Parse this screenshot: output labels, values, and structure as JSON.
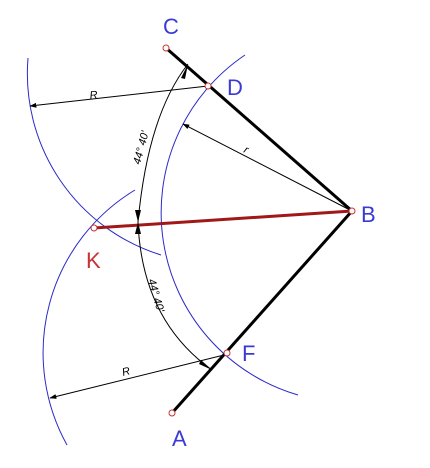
{
  "diagram": {
    "points": {
      "A": "A",
      "B": "B",
      "C": "C",
      "D": "D",
      "F": "F",
      "K": "K"
    },
    "dimensions": {
      "radius_upper": "R",
      "radius_lower": "R",
      "radius_small": "r",
      "angle_upper": "44° 40'",
      "angle_lower": "44° 40'"
    },
    "colors": {
      "point_label": "#3a3ad6",
      "k_label": "#c83232",
      "arc": "#2a2ac8",
      "bisector": "#a01818",
      "sides": "#000000",
      "dimension": "#000000",
      "point_marker": "#c83232"
    }
  }
}
